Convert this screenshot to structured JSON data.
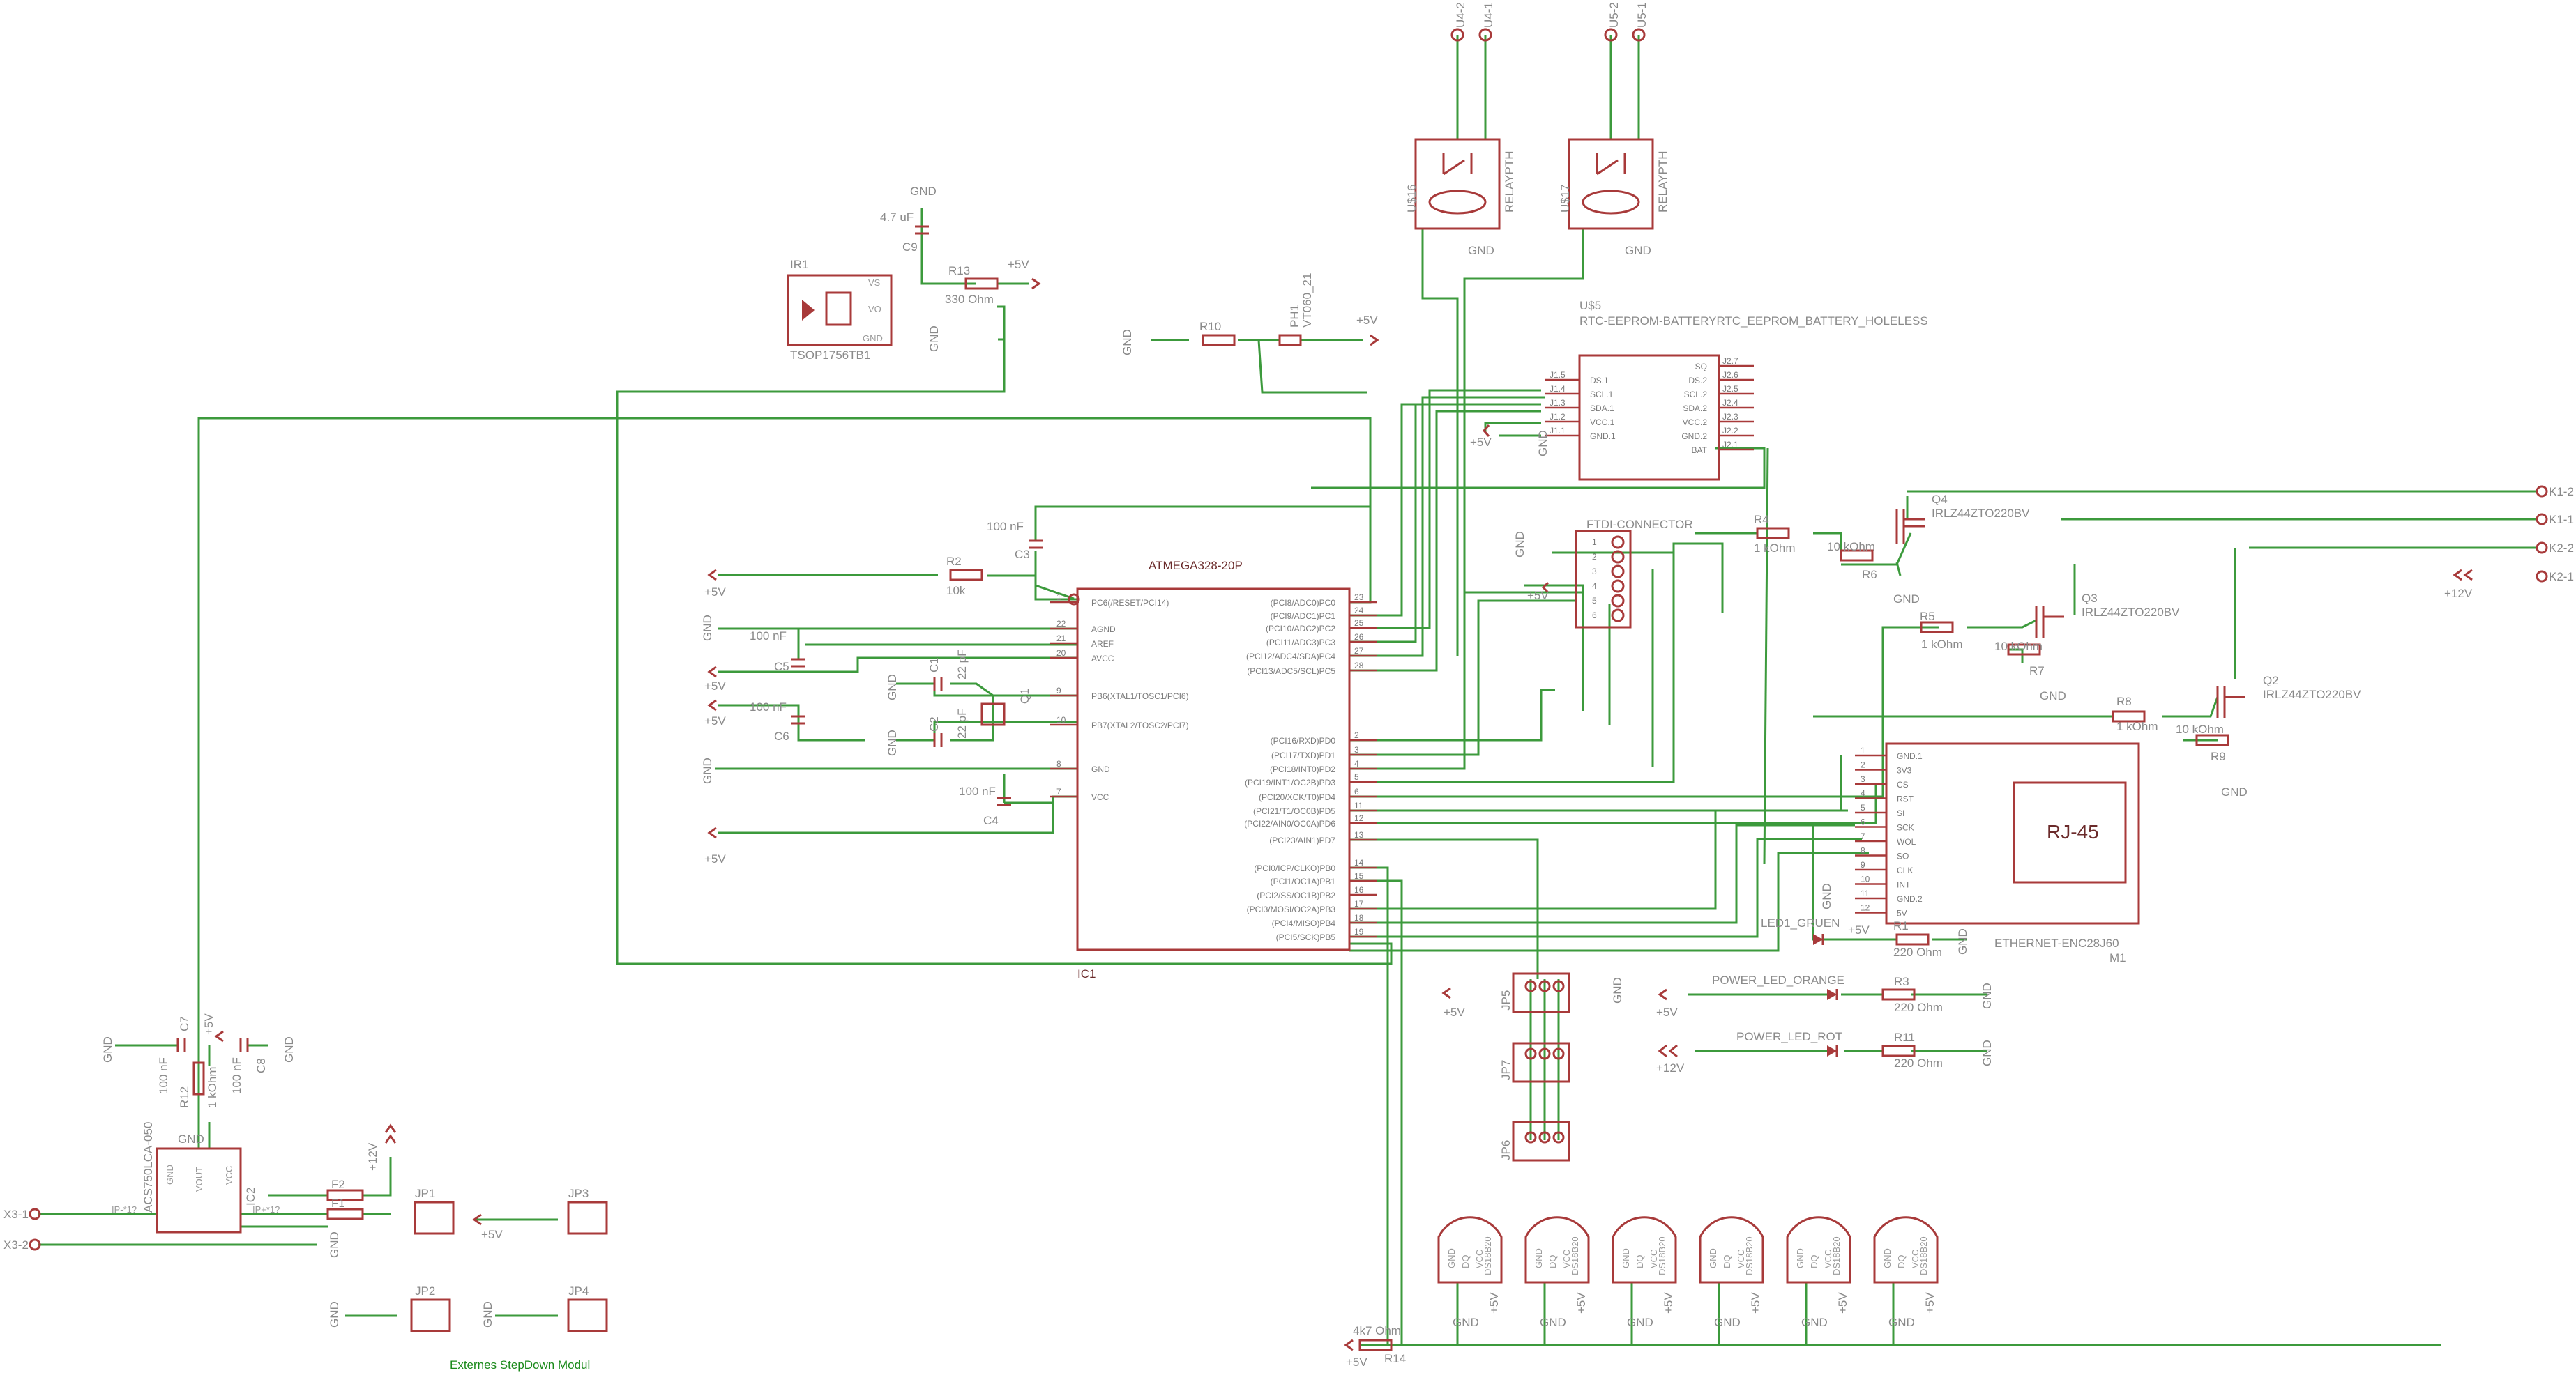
{
  "ic1": {
    "ref": "IC1",
    "value": "ATMEGA328-20P",
    "left_pins": [
      {
        "n": "1",
        "name": "PC6(/RESET/PCI14)"
      },
      {
        "n": "22",
        "name": "AGND"
      },
      {
        "n": "21",
        "name": "AREF"
      },
      {
        "n": "20",
        "name": "AVCC"
      },
      {
        "n": "9",
        "name": "PB6(XTAL1/TOSC1/PCI6)"
      },
      {
        "n": "10",
        "name": "PB7(XTAL2/TOSC2/PCI7)"
      },
      {
        "n": "8",
        "name": "GND"
      },
      {
        "n": "7",
        "name": "VCC"
      }
    ],
    "right_pins": [
      {
        "n": "23",
        "name": "(PCI8/ADC0)PC0"
      },
      {
        "n": "24",
        "name": "(PCI9/ADC1)PC1"
      },
      {
        "n": "25",
        "name": "(PCI10/ADC2)PC2"
      },
      {
        "n": "26",
        "name": "(PCI11/ADC3)PC3"
      },
      {
        "n": "27",
        "name": "(PCI12/ADC4/SDA)PC4"
      },
      {
        "n": "28",
        "name": "(PCI13/ADC5/SCL)PC5"
      },
      {
        "n": "2",
        "name": "(PCI16/RXD)PD0"
      },
      {
        "n": "3",
        "name": "(PCI17/TXD)PD1"
      },
      {
        "n": "4",
        "name": "(PCI18/INT0)PD2"
      },
      {
        "n": "5",
        "name": "(PCI19/INT1/OC2B)PD3"
      },
      {
        "n": "6",
        "name": "(PCI20/XCK/T0)PD4"
      },
      {
        "n": "11",
        "name": "(PCI21/T1/OC0B)PD5"
      },
      {
        "n": "12",
        "name": "(PCI22/AIN0/OC0A)PD6"
      },
      {
        "n": "13",
        "name": "(PCI23/AIN1)PD7"
      },
      {
        "n": "14",
        "name": "(PCI0/ICP/CLKO)PB0"
      },
      {
        "n": "15",
        "name": "(PCI1/OC1A)PB1"
      },
      {
        "n": "16",
        "name": "(PCI2/SS/OC1B)PB2"
      },
      {
        "n": "17",
        "name": "(PCI3/MOSI/OC2A)PB3"
      },
      {
        "n": "18",
        "name": "(PCI4/MISO)PB4"
      },
      {
        "n": "19",
        "name": "(PCI5/SCK)PB5"
      }
    ]
  },
  "u5": {
    "ref": "U$5",
    "value": "RTC-EEPROM-BATTERYRTC_EEPROM_BATTERY_HOLELESS",
    "left": [
      {
        "n": "J1.5",
        "name": "DS.1"
      },
      {
        "n": "J1.4",
        "name": "SCL.1"
      },
      {
        "n": "J1.3",
        "name": "SDA.1"
      },
      {
        "n": "J1.2",
        "name": "VCC.1"
      },
      {
        "n": "J1.1",
        "name": "GND.1"
      }
    ],
    "right": [
      {
        "n": "J2.7",
        "name": "SQ"
      },
      {
        "n": "J2.6",
        "name": "DS.2"
      },
      {
        "n": "J2.5",
        "name": "SCL.2"
      },
      {
        "n": "J2.4",
        "name": "SDA.2"
      },
      {
        "n": "J2.3",
        "name": "VCC.2"
      },
      {
        "n": "J2.2",
        "name": "GND.2"
      },
      {
        "n": "J2.1",
        "name": "BAT"
      }
    ]
  },
  "m1": {
    "ref": "M1",
    "value": "ETHERNET-ENC28J60",
    "jack": "RJ-45",
    "pins": [
      {
        "n": "1",
        "name": "GND.1"
      },
      {
        "n": "2",
        "name": "3V3"
      },
      {
        "n": "3",
        "name": "CS"
      },
      {
        "n": "4",
        "name": "RST"
      },
      {
        "n": "5",
        "name": "SI"
      },
      {
        "n": "6",
        "name": "SCK"
      },
      {
        "n": "7",
        "name": "WOL"
      },
      {
        "n": "8",
        "name": "SO"
      },
      {
        "n": "9",
        "name": "CLK"
      },
      {
        "n": "10",
        "name": "INT"
      },
      {
        "n": "11",
        "name": "GND.2"
      },
      {
        "n": "12",
        "name": "5V"
      }
    ]
  },
  "ftdi": {
    "label": "FTDI-CONNECTOR",
    "pins": [
      "1",
      "2",
      "3",
      "4",
      "5",
      "6"
    ]
  },
  "relays": [
    {
      "ref": "U$16",
      "value": "RELAYPTH",
      "t1": "U4-2",
      "t2": "U4-1"
    },
    {
      "ref": "U$17",
      "value": "RELAYPTH",
      "t1": "U5-2",
      "t2": "U5-1"
    }
  ],
  "mosfets": [
    {
      "ref": "Q4",
      "value": "IRLZ44ZTO220BV"
    },
    {
      "ref": "Q3",
      "value": "IRLZ44ZTO220BV"
    },
    {
      "ref": "Q2",
      "value": "IRLZ44ZTO220BV"
    }
  ],
  "resistors": {
    "r1": {
      "ref": "R1",
      "value": "220 Ohm"
    },
    "r2": {
      "ref": "R2",
      "value": "10k"
    },
    "r3": {
      "ref": "R3",
      "value": "220 Ohm"
    },
    "r4": {
      "ref": "R4",
      "value": "1 kOhm"
    },
    "r5": {
      "ref": "R5",
      "value": "1 kOhm"
    },
    "r6": {
      "ref": "R6",
      "value": "10 kOhm"
    },
    "r7": {
      "ref": "R7",
      "value": "10 kOhm"
    },
    "r8": {
      "ref": "R8",
      "value": "1 kOhm"
    },
    "r9": {
      "ref": "R9",
      "value": "10 kOhm"
    },
    "r10": {
      "ref": "R10"
    },
    "r11": {
      "ref": "R11",
      "value": "220 Ohm"
    },
    "r12": {
      "ref": "R12",
      "value": "1 kOhm"
    },
    "r13": {
      "ref": "R13",
      "value": "330 Ohm"
    },
    "r14": {
      "ref": "R14",
      "value": "4k7 Ohm"
    }
  },
  "caps": {
    "c1": {
      "ref": "C1",
      "value": "22 pF"
    },
    "c2": {
      "ref": "C2",
      "value": "22 pF"
    },
    "c3": {
      "ref": "C3",
      "value": "100 nF"
    },
    "c4": {
      "ref": "C4",
      "value": "100 nF"
    },
    "c5": {
      "ref": "C5",
      "value": "100 nF"
    },
    "c6": {
      "ref": "C6",
      "value": "100 nF"
    },
    "c7": {
      "ref": "C7",
      "value": "100 nF"
    },
    "c8": {
      "ref": "C8",
      "value": "100 nF"
    },
    "c9": {
      "ref": "C9",
      "value": "4.7 uF"
    }
  },
  "misc": {
    "q1": "Q1",
    "ph1": "PH1",
    "ph1_value": "VT060_21",
    "ir1": "IR1",
    "ir1_value": "TSOP1756TB1",
    "ir1_pins": [
      "VS",
      "VO",
      "GND"
    ],
    "ic2": "IC2",
    "ic2_value": "ACS750LCA-050",
    "ic2_pins": [
      "GND",
      "VOUT",
      "VCC",
      "IP-",
      "IP+"
    ],
    "ic2_ip_minus": "IP-*1?",
    "ic2_ip_plus": "IP+*1?",
    "f1": "F1",
    "f2": "F2",
    "led1": "LED1_GRUEN",
    "led_orange": "POWER_LED_ORANGE",
    "led_rot": "POWER_LED_ROT",
    "jp1": "JP1",
    "jp2": "JP2",
    "jp3": "JP3",
    "jp4": "JP4",
    "jp5": "JP5",
    "jp6": "JP6",
    "jp7": "JP7",
    "ds18b20": "DS18B20",
    "ds_pins": [
      "GND",
      "DQ",
      "VCC"
    ],
    "note": "Externes StepDown Modul"
  },
  "terminals": {
    "k1_2": "K1-2",
    "k1_1": "K1-1",
    "k2_2": "K2-2",
    "k2_1": "K2-1",
    "x3_1": "X3-1",
    "x3_2": "X3-2"
  },
  "supply": {
    "gnd": "GND",
    "p5": "+5V",
    "p12": "+12V"
  },
  "colors": {
    "wire": "#3c9a3c",
    "part": "#a83a3a",
    "text": "#8a8a8a",
    "note": "#1a8a1a"
  }
}
